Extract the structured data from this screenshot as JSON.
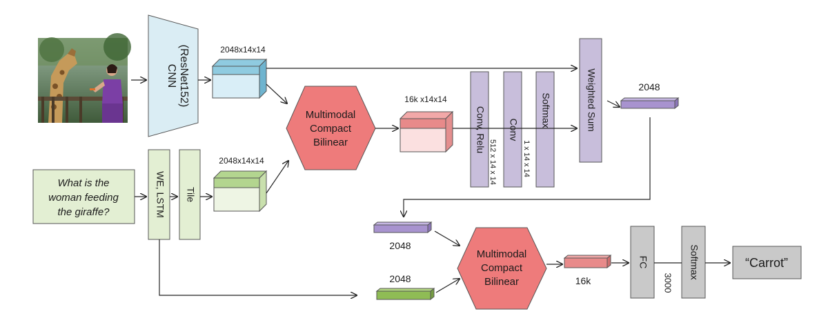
{
  "diagram": {
    "question_lines": [
      "What is the",
      "woman feeding",
      "the giraffe?"
    ],
    "cnn_line1": "CNN",
    "cnn_line2": "(ResNet152)",
    "img_feat_label": "2048x14x14",
    "txt_feat_label": "2048x14x14",
    "we_lstm_label": "WE, LSTM",
    "tile_label": "Tile",
    "mcb1_lines": [
      "Multimodal",
      "Compact",
      "Bilinear"
    ],
    "mcb1_out_label": "16k x14x14",
    "conv_relu_label": "Conv, Relu",
    "conv_relu_dim": "512 x 14 x 14",
    "conv_label": "Conv",
    "conv_dim": "1 x 14 x 14",
    "softmax1_label": "Softmax",
    "weighted_sum_label": "Weighted Sum",
    "ws_out_label": "2048",
    "vec_img_label": "2048",
    "vec_txt_label": "2048",
    "mcb2_lines": [
      "Multimodal",
      "Compact",
      "Bilinear"
    ],
    "mcb2_out_label": "16k",
    "fc_label": "FC",
    "fc_dim": "3000",
    "softmax2_label": "Softmax",
    "answer": "“Carrot”",
    "colors": {
      "cnn": "#daedf4",
      "img_tensor": "#d9eef7",
      "img_tensor_band": "#8fcbe0",
      "text_box": "#e3efd3",
      "txt_tensor_band": "#b3d58f",
      "mcb": "#ee7b7b",
      "mcb_tensor": "#fbe0e0",
      "mcb_tensor_band": "#e88a8a",
      "purple": "#c8bedb",
      "purple_vec": "#a893cf",
      "green_vec": "#8fbc55",
      "gray": "#c9c9c9"
    }
  }
}
